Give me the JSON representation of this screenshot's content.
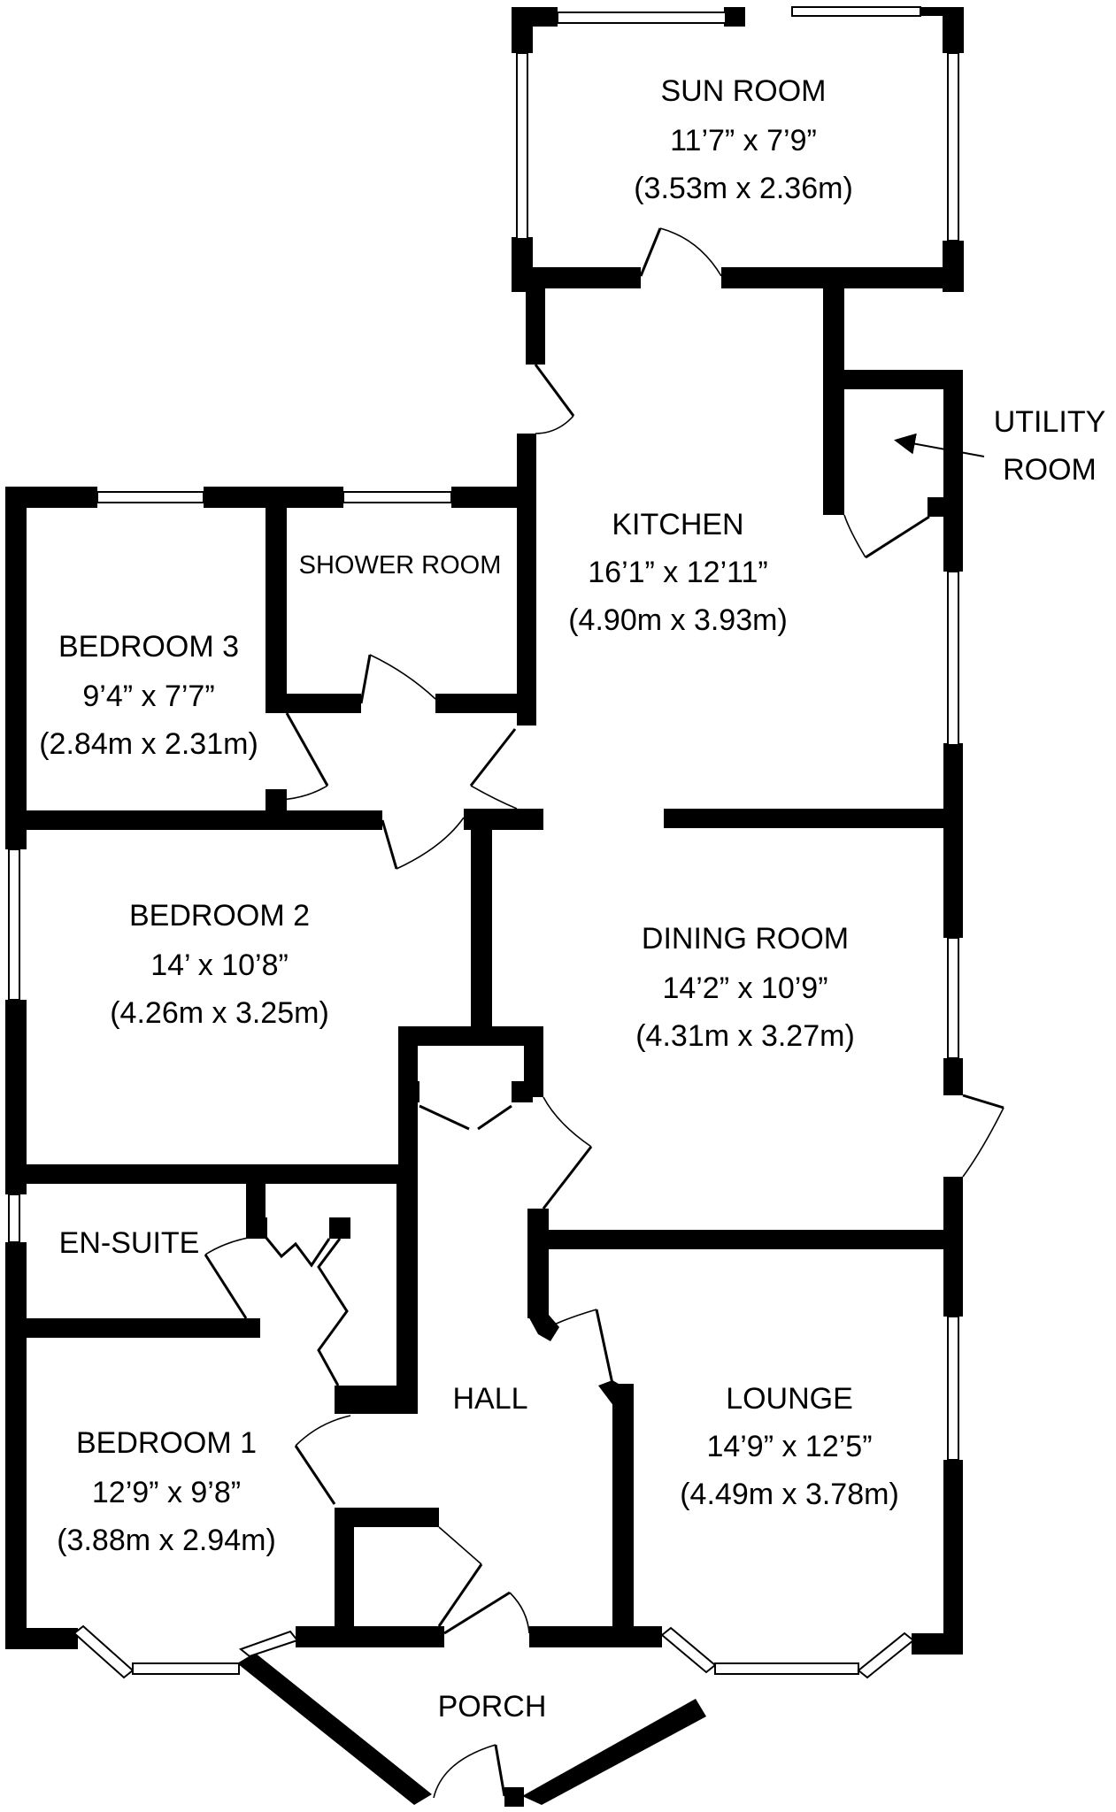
{
  "plan": {
    "rooms": {
      "sun_room": {
        "name": "SUN ROOM",
        "imperial": "11’7” x 7’9”",
        "metric": "(3.53m x 2.36m)"
      },
      "kitchen": {
        "name": "KITCHEN",
        "imperial": "16’1” x 12’11”",
        "metric": "(4.90m x 3.93m)"
      },
      "utility_room": {
        "line1": "UTILITY",
        "line2": "ROOM"
      },
      "shower_room": {
        "name": "SHOWER ROOM"
      },
      "bedroom_3": {
        "name": "BEDROOM 3",
        "imperial": "9’4” x 7’7”",
        "metric": "(2.84m x 2.31m)"
      },
      "bedroom_2": {
        "name": "BEDROOM 2",
        "imperial": "14’ x 10’8”",
        "metric": "(4.26m x 3.25m)"
      },
      "dining_room": {
        "name": "DINING ROOM",
        "imperial": "14’2” x 10’9”",
        "metric": "(4.31m x 3.27m)"
      },
      "en_suite": {
        "name": "EN-SUITE"
      },
      "hall": {
        "name": "HALL"
      },
      "bedroom_1": {
        "name": "BEDROOM 1",
        "imperial": "12’9” x 9’8”",
        "metric": "(3.88m x 2.94m)"
      },
      "lounge": {
        "name": "LOUNGE",
        "imperial": "14’9” x 12’5”",
        "metric": "(4.49m x 3.78m)"
      },
      "porch": {
        "name": "PORCH"
      }
    },
    "colors": {
      "wall": "#000000",
      "background": "#ffffff",
      "window": "#ffffff"
    }
  }
}
